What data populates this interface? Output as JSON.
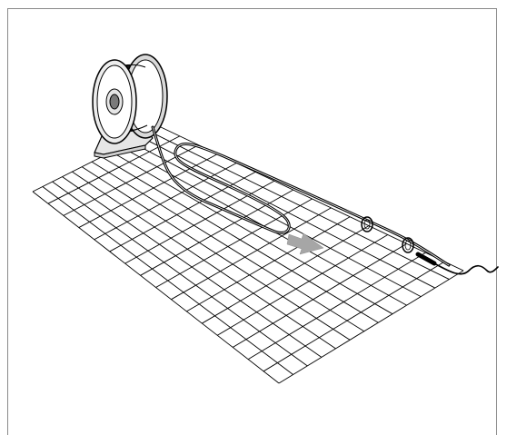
{
  "figure": {
    "subject": "heating-cable-installation",
    "components": [
      "cable-reel-icon",
      "installation-grid-mat-icon",
      "heating-cable-icon",
      "cable-fastener-clip-icon",
      "pull-direction-arrow-icon",
      "cold-lead-tail-icon"
    ],
    "colors": {
      "line": "#000000",
      "fill": "#ffffff",
      "reel_side": "#cfcfcf",
      "reel_hub": "#7a7a7a",
      "arrow": "#a6a6a6"
    },
    "grid_mat": {
      "rows": 13,
      "columns": 16
    },
    "clip_count": 2
  }
}
